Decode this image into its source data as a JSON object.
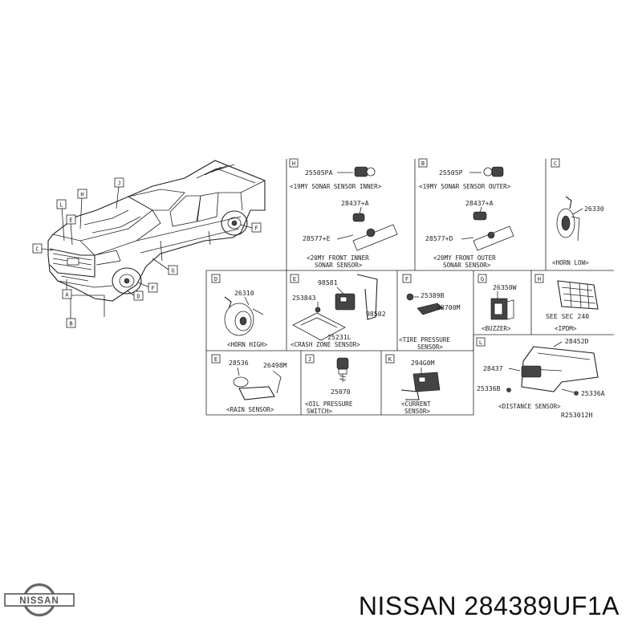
{
  "diagram": {
    "truck_callouts": [
      "J",
      "H",
      "L",
      "E",
      "C",
      "A",
      "B",
      "F",
      "G",
      "D",
      "F"
    ],
    "cells": [
      {
        "letter": "H",
        "parts": [
          "25505PA",
          "28437+A",
          "28577+E"
        ],
        "captions": [
          "<19MY SONAR SENSOR INNER>",
          "<20MY FRONT INNER",
          "SONAR SENSOR>"
        ]
      },
      {
        "letter": "B",
        "parts": [
          "25505P",
          "28437+A",
          "28577+D"
        ],
        "captions": [
          "<19MY SONAR SENSOR OUTER>",
          "<20MY FRONT OUTER",
          "SONAR SENSOR>"
        ]
      },
      {
        "letter": "C",
        "parts": [
          "26330"
        ],
        "captions": [
          "<HORN LOW>"
        ]
      },
      {
        "letter": "D",
        "parts": [
          "26310"
        ],
        "captions": [
          "<HORN HIGH>"
        ]
      },
      {
        "letter": "E",
        "parts": [
          "98581",
          "253843",
          "98502",
          "25231L"
        ],
        "captions": [
          "<CRASH ZONE SENSOR>"
        ]
      },
      {
        "letter": "F",
        "parts": [
          "25389B",
          "40700M"
        ],
        "captions": [
          "<TIRE PRESSURE",
          "SENSOR>"
        ]
      },
      {
        "letter": "G",
        "parts": [
          "26350W"
        ],
        "captions": [
          "<BUZZER>"
        ]
      },
      {
        "letter": "H",
        "parts": [
          "SEE SEC 240"
        ],
        "captions": [
          "<IPDM>"
        ]
      },
      {
        "letter": "E",
        "parts": [
          "28536",
          "26498M"
        ],
        "captions": [
          "<RAIN SENSOR>"
        ]
      },
      {
        "letter": "J",
        "parts": [
          "25070"
        ],
        "captions": [
          "<OIL PRESSURE",
          "SWITCH>"
        ]
      },
      {
        "letter": "K",
        "parts": [
          "294G0M"
        ],
        "captions": [
          "<CURRENT",
          "SENSOR>"
        ]
      },
      {
        "letter": "L",
        "parts": [
          "28452D",
          "28437",
          "25336B",
          "25336A"
        ],
        "captions": [
          "<DISTANCE SENSOR>"
        ]
      }
    ],
    "figure_code": "R253012H"
  },
  "brand": {
    "logo_text": "NISSAN"
  },
  "part_title": "NISSAN 284389UF1A"
}
